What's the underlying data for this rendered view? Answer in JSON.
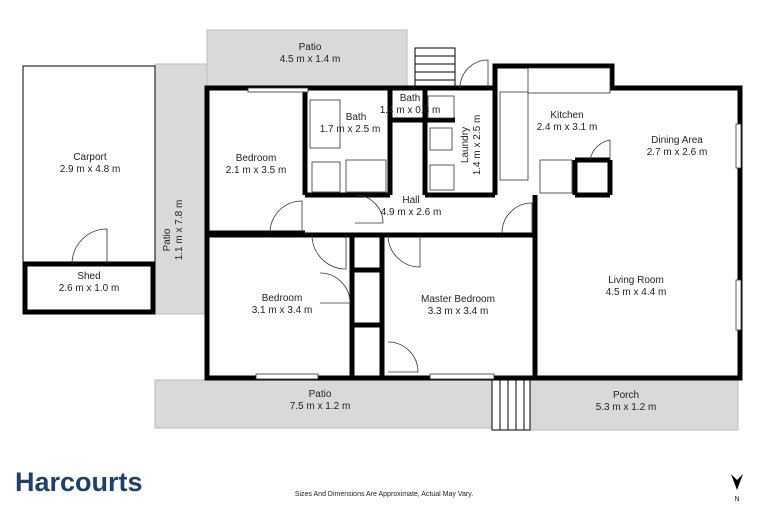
{
  "plan": {
    "rooms": [
      {
        "key": "patio_top",
        "name": "Patio",
        "dims": "4.5 m x 1.4 m"
      },
      {
        "key": "carport",
        "name": "Carport",
        "dims": "2.9 m x 4.8 m"
      },
      {
        "key": "shed",
        "name": "Shed",
        "dims": "2.6 m x 1.0 m"
      },
      {
        "key": "patio_side",
        "name": "Patio",
        "dims": "1.1 m x 7.8 m"
      },
      {
        "key": "bedroom1",
        "name": "Bedroom",
        "dims": "2.1 m x 3.5 m"
      },
      {
        "key": "bath1",
        "name": "Bath",
        "dims": "1.7 m x 2.5 m"
      },
      {
        "key": "bath2",
        "name": "Bath",
        "dims": "1.4 m x 0.8 m"
      },
      {
        "key": "laundry",
        "name": "Laundry",
        "dims": "1.4 m x 2.5 m"
      },
      {
        "key": "kitchen",
        "name": "Kitchen",
        "dims": "2.4 m x 3.1 m"
      },
      {
        "key": "dining",
        "name": "Dining Area",
        "dims": "2.7 m x 2.6 m"
      },
      {
        "key": "hall",
        "name": "Hall",
        "dims": "4.9 m x 2.6 m"
      },
      {
        "key": "bedroom2",
        "name": "Bedroom",
        "dims": "3.1 m x 3.4 m"
      },
      {
        "key": "master",
        "name": "Master Bedroom",
        "dims": "3.3 m x 3.4 m"
      },
      {
        "key": "living",
        "name": "Living Room",
        "dims": "4.5 m x 4.4 m"
      },
      {
        "key": "patio_bottom",
        "name": "Patio",
        "dims": "7.5 m x 1.2 m"
      },
      {
        "key": "porch",
        "name": "Porch",
        "dims": "5.3 m x 1.2 m"
      }
    ]
  },
  "footer": {
    "brand": "Harcourts",
    "disclaimer": "Sizes And Dimensions Are Approximate, Actual May Vary.",
    "north_label": "N"
  },
  "colors": {
    "wall": "#000000",
    "patio": "#d9d9d9",
    "brand": "#1f3f6e"
  }
}
